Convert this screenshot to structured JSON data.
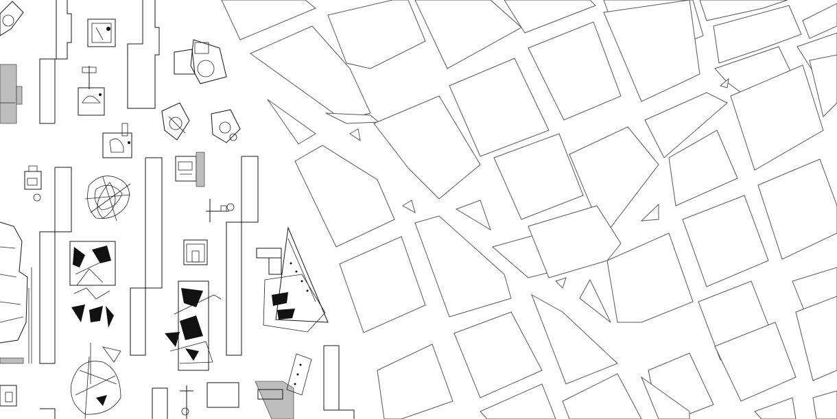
{
  "drawing": {
    "kind": "architectural site plan",
    "line_color": "#111111",
    "street_line_color": "#555555",
    "background": "#ffffff",
    "regions": [
      "building-footprints",
      "street-grid"
    ]
  }
}
